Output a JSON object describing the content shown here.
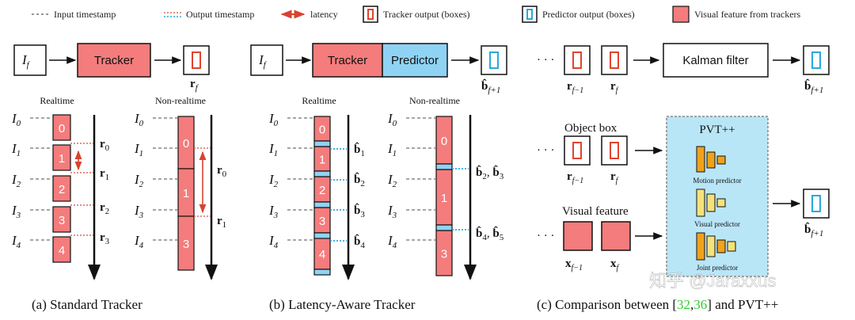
{
  "legend": {
    "input_ts": "Input timestamp",
    "output_ts": "Output timestamp",
    "latency": "latency",
    "tracker_boxes": "Tracker output (boxes)",
    "predictor_boxes": "Predictor output (boxes)",
    "visual_feature": "Visual feature from trackers"
  },
  "blocks": {
    "tracker": "Tracker",
    "predictor": "Predictor",
    "kalman": "Kalman filter",
    "pvt": "PVT++",
    "motion": "Motion predictor",
    "visual": "Visual predictor",
    "joint": "Joint predictor",
    "object_box": "Object box",
    "visual_feature": "Visual feature"
  },
  "headers": {
    "realtime": "Realtime",
    "non_realtime": "Non-realtime"
  },
  "math": {
    "input": "I",
    "input_sub": "f",
    "ts": [
      "0",
      "1",
      "2",
      "3",
      "4"
    ],
    "rf_sub": "f",
    "rf1_sub": "f−1",
    "bf1_sub": "f+1",
    "x": "x",
    "r": "r",
    "b": "b̂",
    "ellipsis": "· · ·"
  },
  "frames": {
    "a_rt": [
      "0",
      "1",
      "2",
      "3",
      "4"
    ],
    "a_nrt": [
      "0",
      "1",
      "3"
    ],
    "b_rt": [
      "0",
      "1",
      "2",
      "3",
      "4"
    ],
    "b_nrt": [
      "0",
      "1",
      "3"
    ]
  },
  "outputs": {
    "a_rt": [
      "0",
      "1",
      "2",
      "3"
    ],
    "a_nrt": [
      "0",
      "1"
    ],
    "b_rt": [
      "1",
      "2",
      "3",
      "4"
    ],
    "b_nrt": [
      "2, ",
      "3",
      "4, ",
      "5"
    ]
  },
  "captions": {
    "a": "(a) Standard Tracker",
    "b": "(b) Latency-Aware Tracker",
    "c_pre": "(c) Comparison between [",
    "c_ref1": "32",
    "c_sep": ",",
    "c_ref2": "36",
    "c_post": "] and PVT++"
  },
  "watermark": "知乎 @Jaraxxus",
  "colors": {
    "red_fill": "#f47c7c",
    "box_red": "#e0442e",
    "box_blue": "#29a8e0",
    "predictor_fill": "#8fd3f4",
    "pvt_bg": "#b9e6f7",
    "green_ref": "#33cc33",
    "orange": "#f0a21a",
    "yellow": "#f6e27a"
  }
}
